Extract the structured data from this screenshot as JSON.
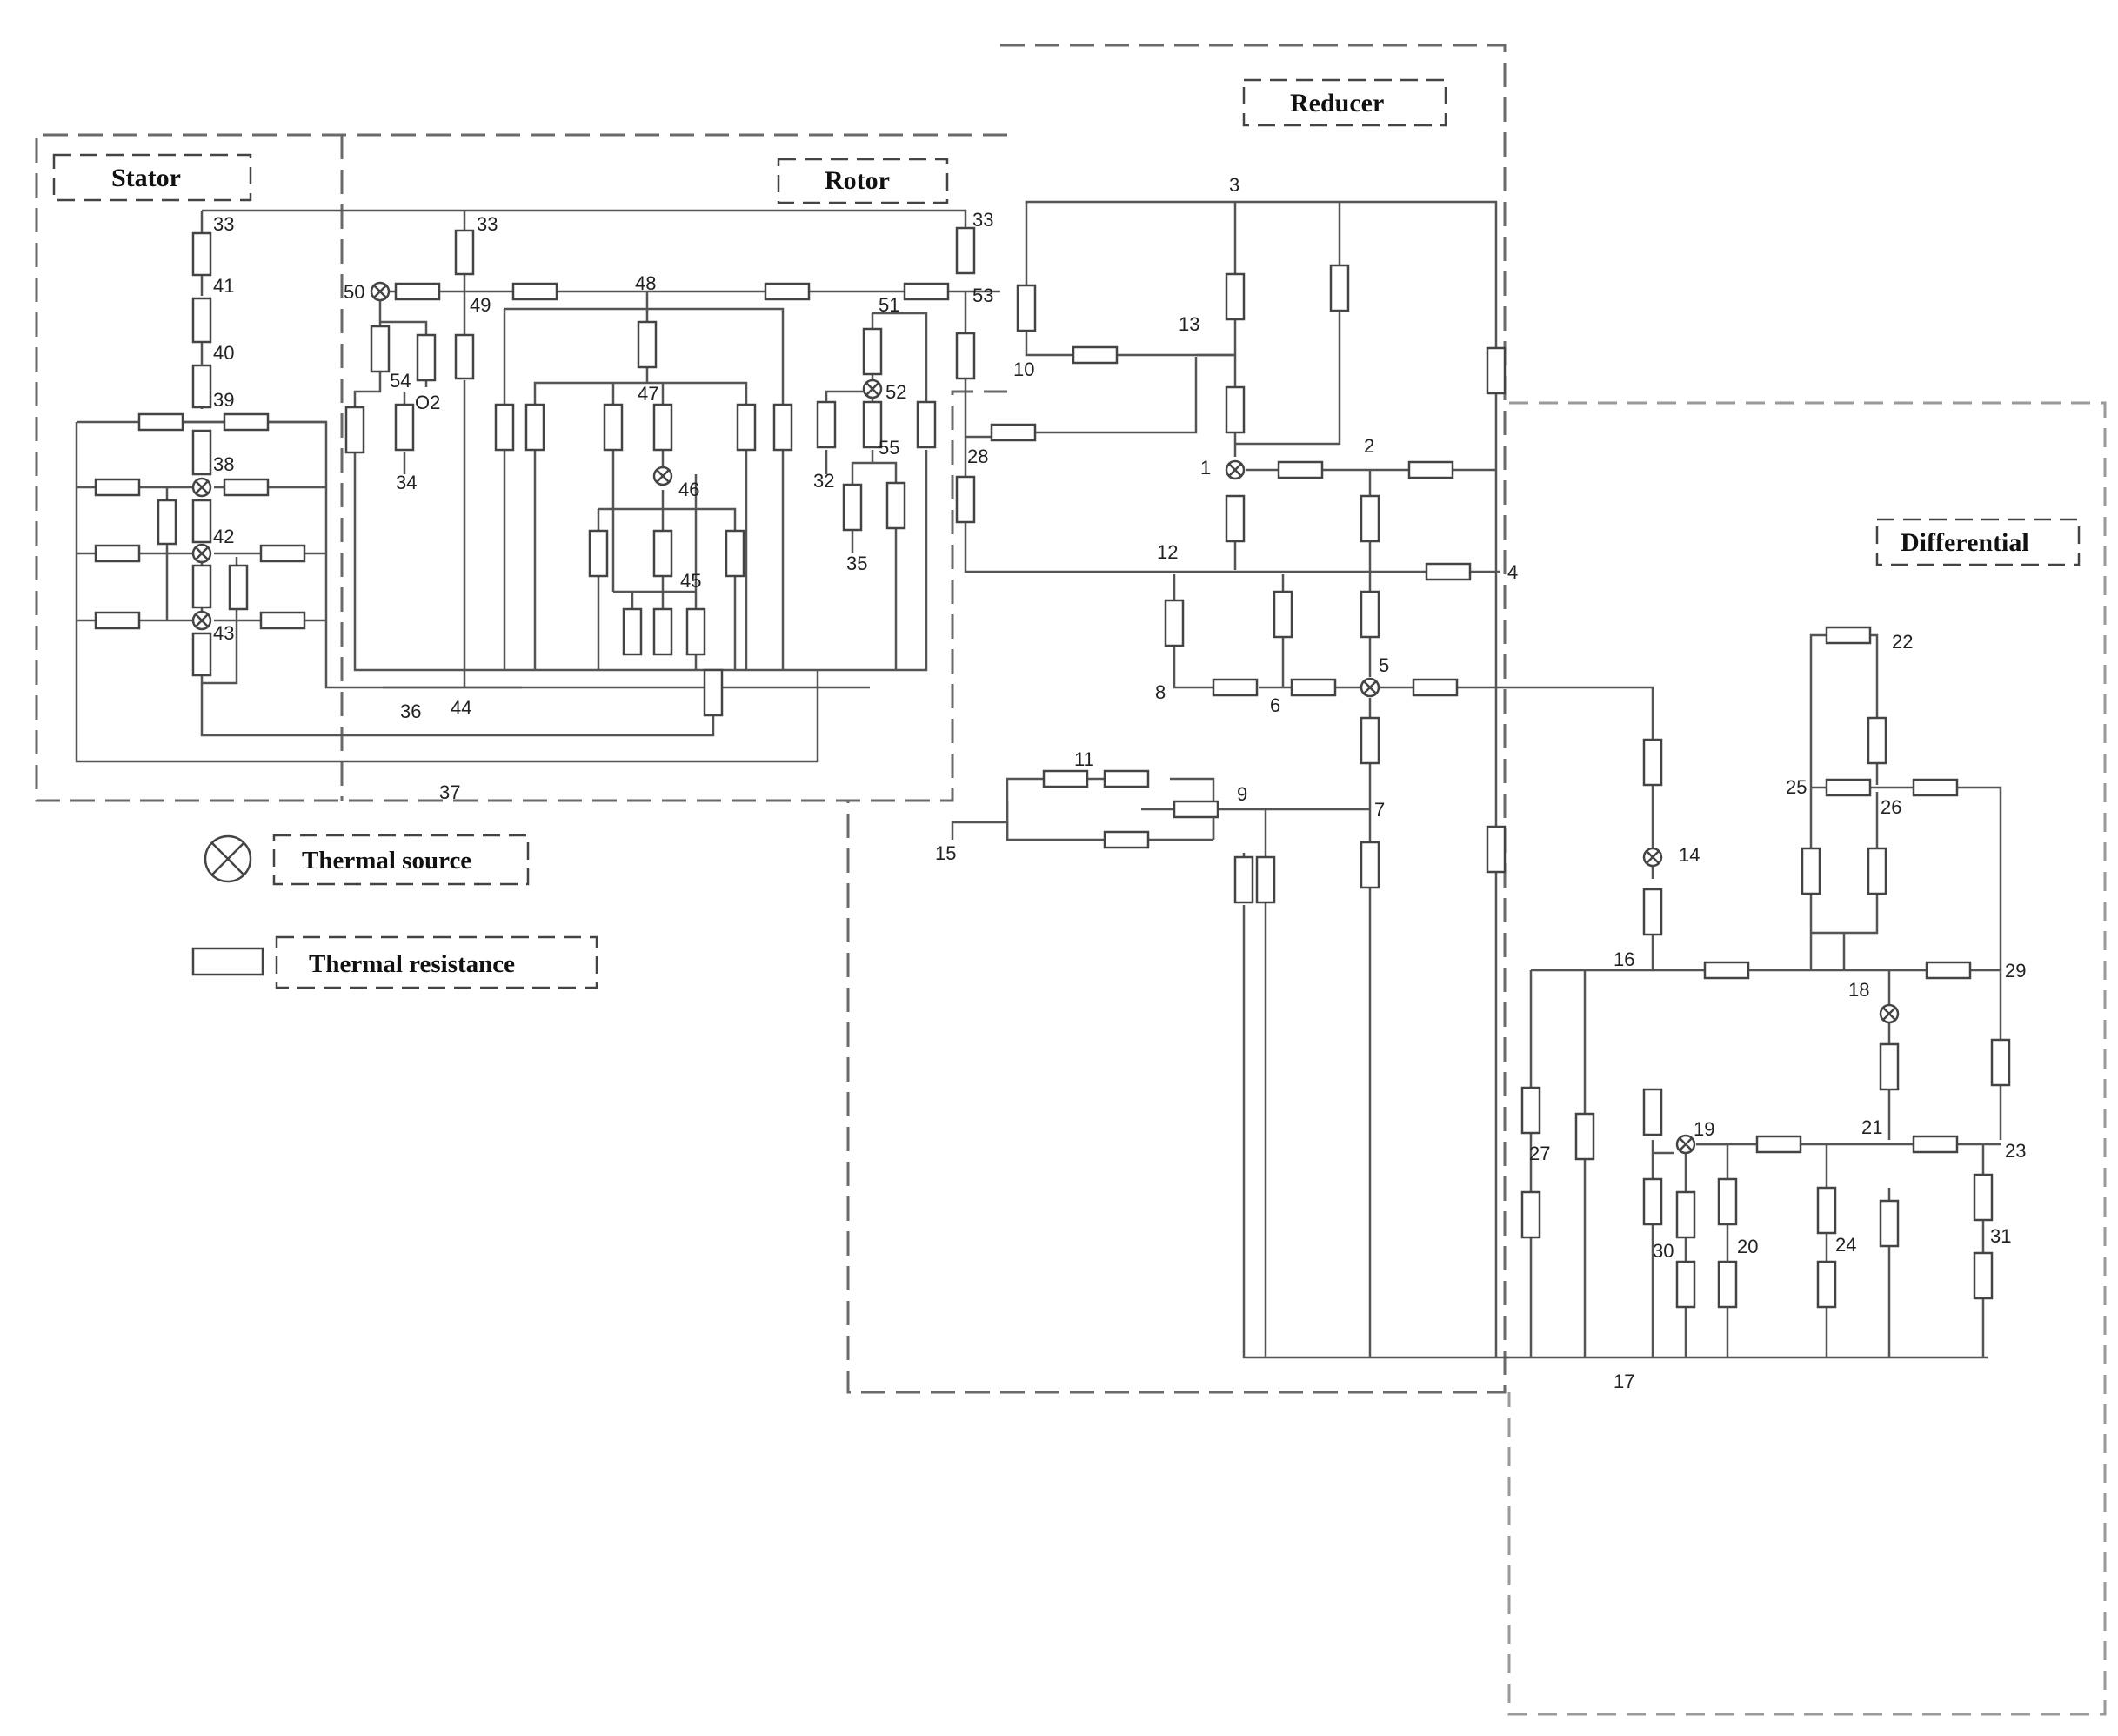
{
  "regions": {
    "stator": "Stator",
    "rotor": "Rotor",
    "reducer": "Reducer",
    "differential": "Differential"
  },
  "legend": {
    "thermal_source": "Thermal source",
    "thermal_resistance": "Thermal  resistance"
  },
  "nodes": {
    "n1": "1",
    "n2": "2",
    "n3": "3",
    "n4": "4",
    "n5": "5",
    "n6": "6",
    "n7": "7",
    "n8": "8",
    "n9": "9",
    "n10": "10",
    "n11": "11",
    "n12": "12",
    "n13": "13",
    "n14": "14",
    "n15": "15",
    "n16": "16",
    "n17": "17",
    "n18": "18",
    "n19": "19",
    "n20": "20",
    "n21": "21",
    "n22": "22",
    "n23": "23",
    "n24": "24",
    "n25": "25",
    "n26": "26",
    "n27": "27",
    "n28": "28",
    "n29": "29",
    "n30": "30",
    "n31": "31",
    "n32": "32",
    "n33a": "33",
    "n33b": "33",
    "n33c": "33",
    "n34": "34",
    "n35": "35",
    "n36": "36",
    "n37": "37",
    "n38": "38",
    "n39": "39",
    "n40": "40",
    "n41": "41",
    "n42": "42",
    "n43": "43",
    "n44": "44",
    "n45": "45",
    "n46": "46",
    "n47": "47",
    "n48": "48",
    "n49": "49",
    "n50": "50",
    "n51": "51",
    "n52": "52",
    "n53": "53",
    "n54": "54",
    "n55": "55",
    "o2": "O2"
  },
  "colors": {
    "line": "#555555",
    "dash": "#6a6a6a"
  }
}
